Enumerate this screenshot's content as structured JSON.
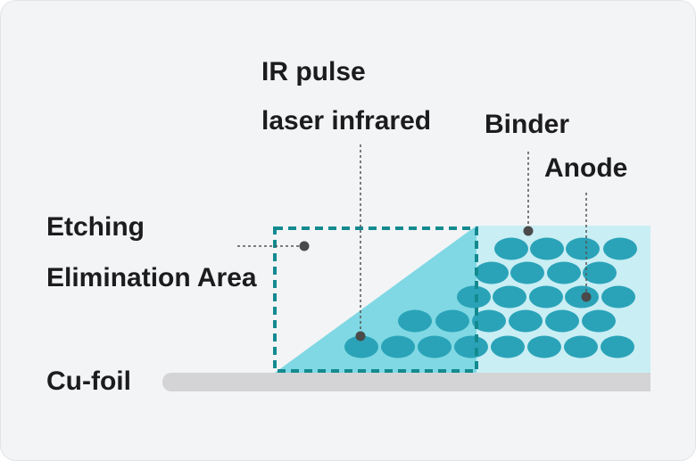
{
  "labels": {
    "ir_pulse": "IR pulse",
    "laser_infrared": "laser infrared",
    "binder": "Binder",
    "anode": "Anode",
    "etching": "Etching",
    "elimination_area": "Elimination Area",
    "cu_foil": "Cu-foil"
  },
  "colors": {
    "background": "#f3f4f6",
    "anode_bg": "#c9eef4",
    "etched_wedge": "#7fd8e3",
    "particle": "#2aa3b8",
    "dashed_box": "#138a8f",
    "foil": "#d4d4d6",
    "leader": "#555555",
    "text": "#1c1c1e"
  }
}
